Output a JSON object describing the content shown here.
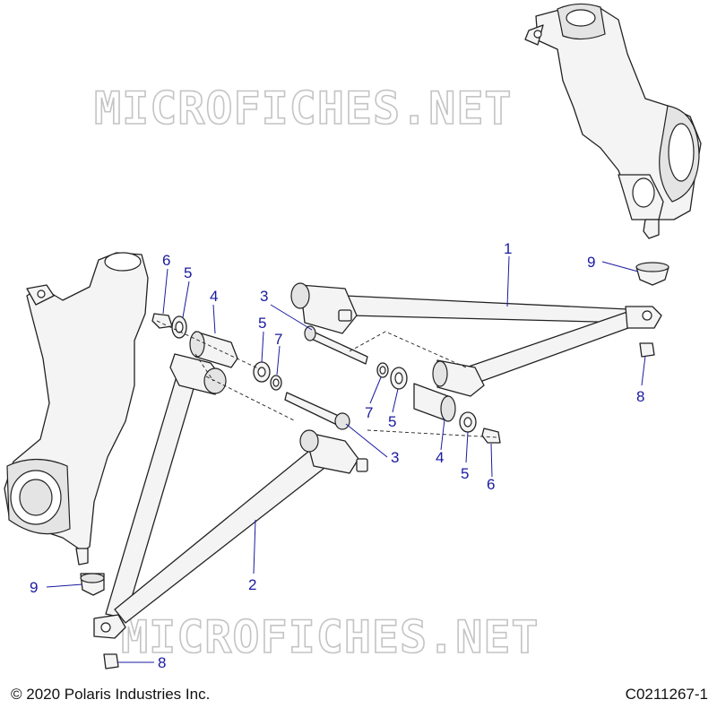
{
  "watermark": {
    "top": "MICROFICHES.NET",
    "bottom": "MICROFICHES.NET"
  },
  "footer": {
    "copyright": "© 2020 Polaris Industries Inc.",
    "figure_code": "C0211267-1"
  },
  "callouts": {
    "c1": "1",
    "c2": "2",
    "c3a": "3",
    "c3b": "3",
    "c4a": "4",
    "c4b": "4",
    "c5a": "5",
    "c5b": "5",
    "c5c": "5",
    "c5d": "5",
    "c6a": "6",
    "c6b": "6",
    "c7a": "7",
    "c7b": "7",
    "c8a": "8",
    "c8b": "8",
    "c9a": "9",
    "c9b": "9"
  }
}
